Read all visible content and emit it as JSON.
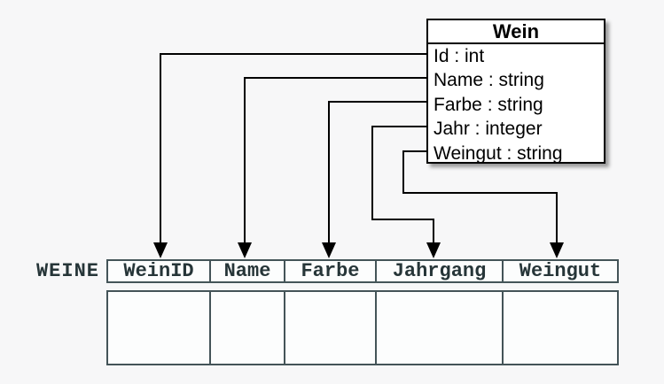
{
  "page": {
    "background_color": "#f7f7f8"
  },
  "class_box": {
    "title": "Wein",
    "attributes": [
      "Id : int",
      "Name : string",
      "Farbe : string",
      "Jahr : integer",
      "Weingut : string"
    ]
  },
  "table": {
    "name_label": "WEINE",
    "columns": [
      "WeinID",
      "Name",
      "Farbe",
      "Jahrgang",
      "Weingut"
    ],
    "body_row_count": 1
  },
  "mappings": [
    {
      "from": "Id",
      "to": "WeinID"
    },
    {
      "from": "Name",
      "to": "Name"
    },
    {
      "from": "Farbe",
      "to": "Farbe"
    },
    {
      "from": "Jahr",
      "to": "Jahrgang"
    },
    {
      "from": "Weingut",
      "to": "Weingut"
    }
  ],
  "colors": {
    "line": "#000000",
    "class_border": "#000000",
    "class_background": "#ffffff",
    "table_border": "#445458",
    "table_text": "#263538",
    "cell_background": "#fcfdfd"
  }
}
